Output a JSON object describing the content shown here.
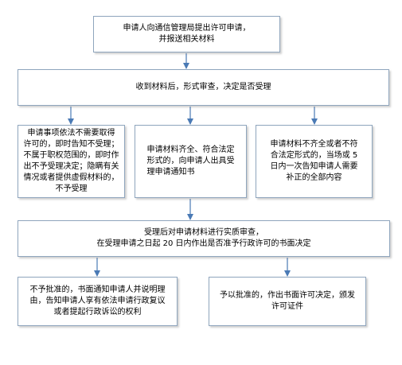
{
  "flowchart": {
    "step1": "申请人向通信管理局提出许可申请，\n并报送相关材料",
    "step2": "收到材料后，形式审查，决定是否受理",
    "branch_not_accept": "申请事项依法不需要取得\n许可的，即时告知不受理；\n不属于职权范围的，即时作\n出不予受理决定；隐瞒有关\n情况或者提供虚假材料的，\n不予受理",
    "branch_accept": "申请材料齐全、符合法定\n形式的，向申请人出具受\n理申请通知书",
    "branch_supplement": "申请材料不齐全或者不符\n合法定形式的，当场或 5\n日内一次告知申请人需要\n补正的全部内容",
    "step3": "受理后对申请材料进行实质审查，\n在受理申请之日起 20 日内作出是否准予行政许可的书面决定",
    "result_reject": "不予批准的，书面通知申请人并说明理\n由，告知申请人享有依法申请行政复议\n或者提起行政诉讼的权利",
    "result_approve": "予以批准的，作出书面许可决定，颁发\n许可证件"
  },
  "colors": {
    "border": "#8fa5bd",
    "arrow": "#4a7ab5"
  }
}
